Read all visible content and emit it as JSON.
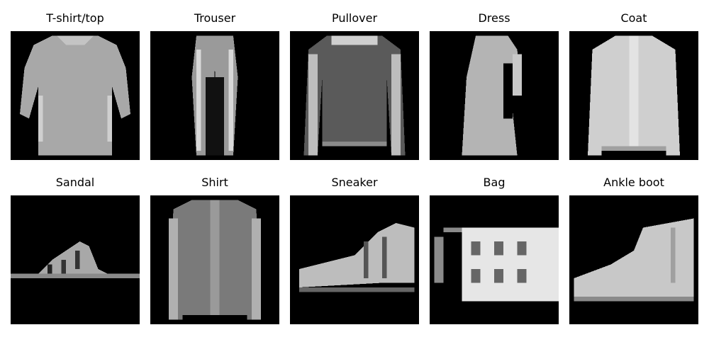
{
  "figure": {
    "panels": [
      {
        "title": "T-shirt/top",
        "icon": "tshirt-image"
      },
      {
        "title": "Trouser",
        "icon": "trouser-image"
      },
      {
        "title": "Pullover",
        "icon": "pullover-image"
      },
      {
        "title": "Dress",
        "icon": "dress-image"
      },
      {
        "title": "Coat",
        "icon": "coat-image"
      },
      {
        "title": "Sandal",
        "icon": "sandal-image"
      },
      {
        "title": "Shirt",
        "icon": "shirt-image"
      },
      {
        "title": "Sneaker",
        "icon": "sneaker-image"
      },
      {
        "title": "Bag",
        "icon": "bag-image"
      },
      {
        "title": "Ankle boot",
        "icon": "ankle-boot-image"
      }
    ]
  }
}
